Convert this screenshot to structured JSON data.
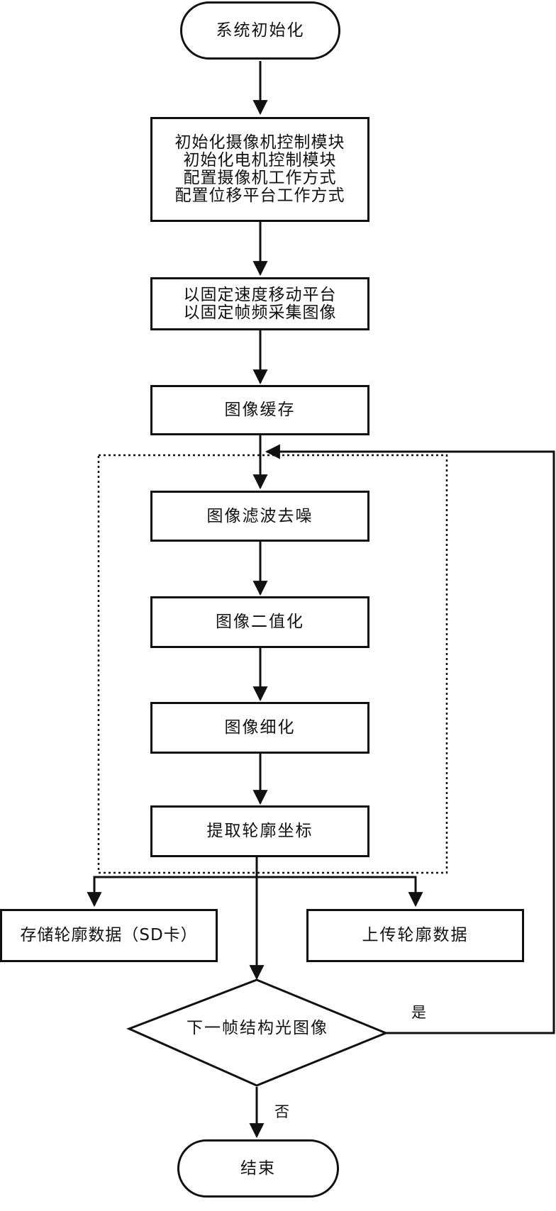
{
  "nodes": {
    "start": "系统初始化",
    "init": [
      "初始化摄像机控制模块",
      "初始化电机控制模块",
      "配置摄像机工作方式",
      "配置位移平台工作方式"
    ],
    "move": [
      "以固定速度移动平台",
      "以固定帧频采集图像"
    ],
    "cache": "图像缓存",
    "filter": "图像滤波去噪",
    "binarize": "图像二值化",
    "thin": "图像细化",
    "extract": "提取轮廓坐标",
    "store": "存储轮廓数据（SD卡）",
    "upload": "上传轮廓数据",
    "decision": "下一帧结构光图像",
    "end": "结束"
  },
  "edges": {
    "yes_label": "是",
    "no_label": "否"
  }
}
